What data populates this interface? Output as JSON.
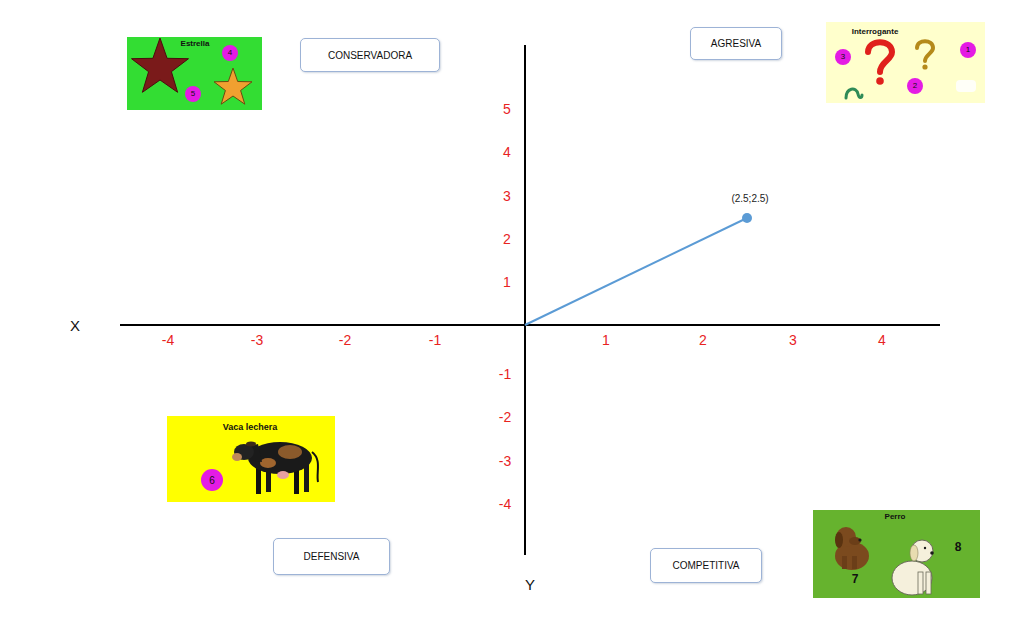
{
  "diagram": {
    "nodes": [
      {
        "text": [
          "Estrella"
        ]
      },
      {
        "text": [
          "4"
        ],
        "in": 0
      },
      {
        "text": [
          "5"
        ],
        "in": 0
      },
      {
        "text": [
          "CONSERVADORA"
        ]
      },
      {
        "text": [
          "AGRESIVA"
        ]
      },
      {
        "text": [
          "Interrogante"
        ]
      },
      {
        "text": [
          "3"
        ],
        "in": 5
      },
      {
        "text": [
          "1"
        ],
        "in": 5
      },
      {
        "text": [
          "2"
        ],
        "in": 5
      },
      {
        "text": [
          "Vaca lechera"
        ]
      },
      {
        "text": [
          "6"
        ],
        "in": 9
      },
      {
        "text": [
          "DEFENSIVA"
        ]
      },
      {
        "text": [
          "COMPETITIVA"
        ]
      },
      {
        "text": [
          "Perro",
          "8",
          "7"
        ]
      }
    ],
    "labels": [
      "5",
      "4",
      "3",
      "(2.5;2.5)",
      "2",
      "1",
      "X",
      "-4",
      "-3",
      "-2",
      "-1",
      "1",
      "2",
      "3",
      "4",
      "-1",
      "-2",
      "-3",
      "-4",
      "Y"
    ]
  }
}
